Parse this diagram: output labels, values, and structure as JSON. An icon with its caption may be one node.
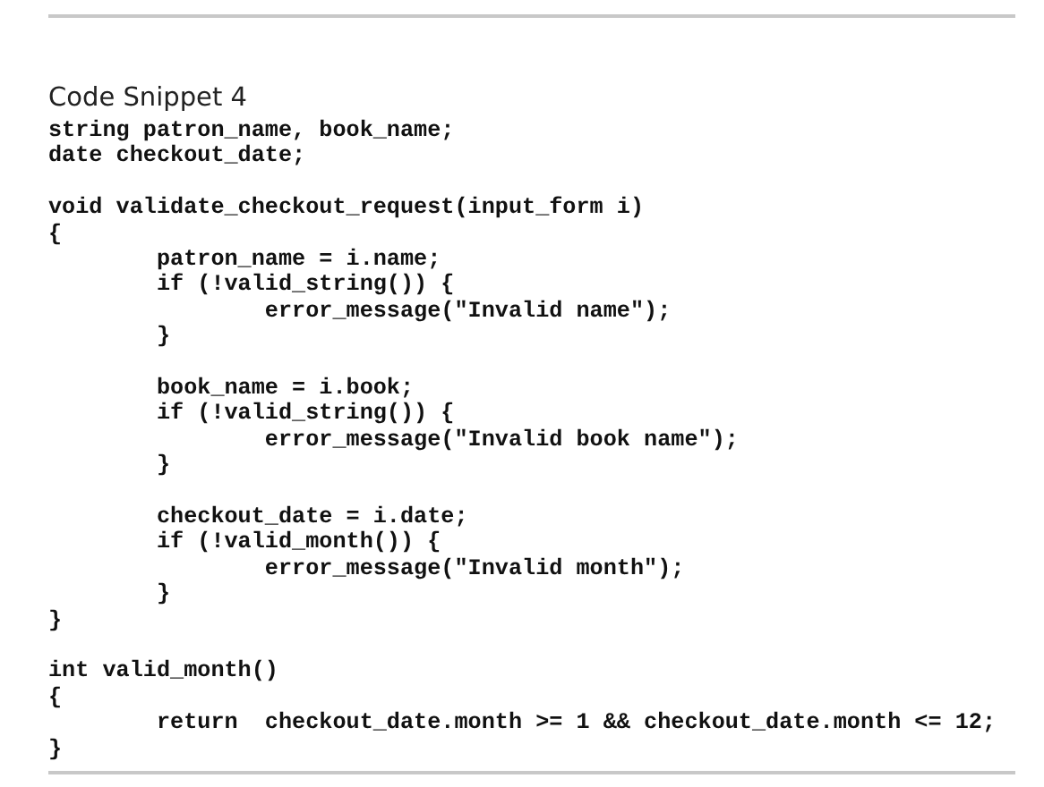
{
  "diagram": {
    "title": "Code Snippet 4",
    "labels": [
      "string patron_name, book_name;",
      "date checkout_date;",
      "void validate_checkout_request(input_form i)",
      "{",
      "        patron_name = i.name;",
      "        if (!valid_string()) {",
      "                error_message(\"Invalid name\");",
      "        }",
      "        book_name = i.book;",
      "        if (!valid_string()) {",
      "                error_message(\"Invalid book name\");",
      "        }",
      "        checkout_date = i.date;",
      "        if (!valid_month()) {",
      "                error_message(\"Invalid month\");",
      "        }",
      "}",
      "int valid_month()",
      "{",
      "        return  checkout_date.month >= 1 && checkout_date.month <= 12;",
      "}"
    ]
  }
}
